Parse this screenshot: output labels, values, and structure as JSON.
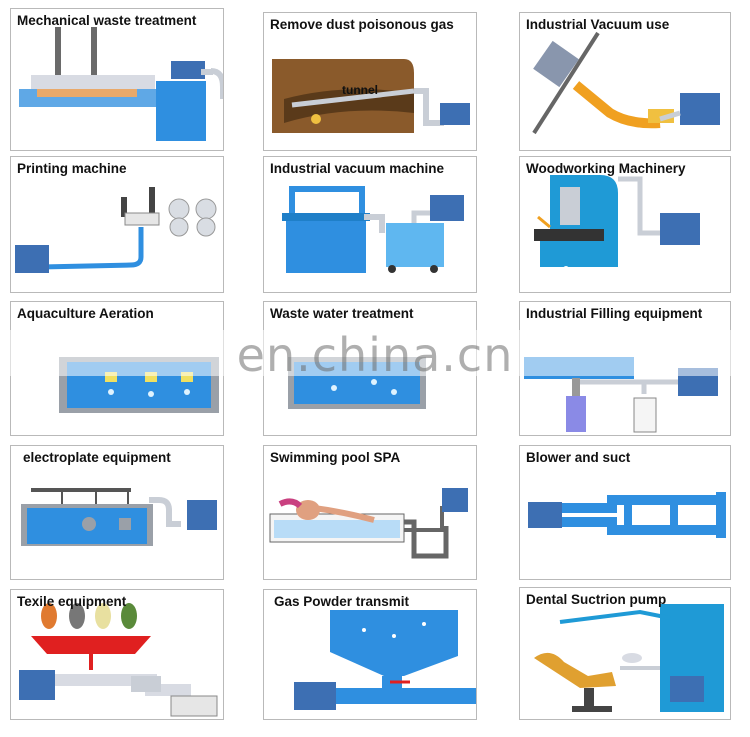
{
  "panels": [
    {
      "title": "Mechanical waste treatment",
      "icon": "mechanical-waste-treatment-scene"
    },
    {
      "title": "Remove dust  poisonous gas",
      "label": "tunnel",
      "icon": "tunnel-dust-removal-scene"
    },
    {
      "title": "Industrial Vacuum use",
      "icon": "industrial-vacuum-scene"
    },
    {
      "title": "Printing machine",
      "icon": "printing-machine-scene"
    },
    {
      "title": "Industrial vacuum machine",
      "icon": "vacuum-machine-scene"
    },
    {
      "title": "Woodworking Machinery",
      "icon": "woodworking-scene"
    },
    {
      "title": "Aquaculture Aeration",
      "icon": "aquaculture-scene"
    },
    {
      "title": "Waste water treatment",
      "icon": "waste-water-scene"
    },
    {
      "title": "Industrial Filling equipment",
      "icon": "filling-equipment-scene"
    },
    {
      "title": "electroplate equipment",
      "icon": "electroplate-scene"
    },
    {
      "title": "Swimming pool SPA",
      "icon": "pool-spa-scene"
    },
    {
      "title": "Blower and suct",
      "icon": "blower-suction-scene"
    },
    {
      "title": "Texile equipment",
      "icon": "textile-scene"
    },
    {
      "title": "Gas Powder transmit",
      "icon": "gas-powder-scene"
    },
    {
      "title": "Dental Suctrion pump",
      "icon": "dental-suction-scene"
    }
  ],
  "watermark": "en.china.cn",
  "colors": {
    "blower": "#3d6fb3",
    "water": "#2f8fe0",
    "pipe": "#c9ced6",
    "machine": "#1f9ad6"
  }
}
